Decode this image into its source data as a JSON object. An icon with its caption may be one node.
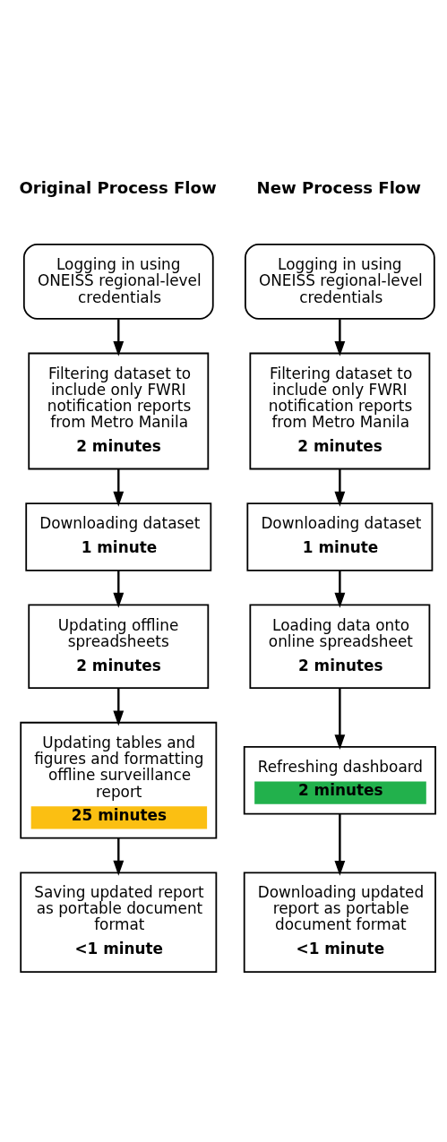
{
  "diagram": {
    "nodes": [
      {
        "text": [
          "Logging in using ONEISS regional-level credentials"
        ]
      },
      {
        "text": [
          "Filtering dataset to include only FWRI notification reports from Metro Manila",
          "2 minutes"
        ]
      },
      {
        "text": [
          "Downloading dataset",
          "1 minute"
        ]
      },
      {
        "text": [
          "Updating offline spreadsheets",
          "2 minutes"
        ]
      },
      {
        "text": [
          "Updating tables and figures and formatting offline surveillance report",
          "25 minutes"
        ]
      },
      {
        "text": [
          "Saving updated report as portable document format",
          "<1 minute"
        ]
      },
      {
        "text": [
          "Logging in using ONEISS regional-level credentials"
        ]
      },
      {
        "text": [
          "Filtering dataset to include only FWRI notification reports from Metro Manila",
          "2 minutes"
        ]
      },
      {
        "text": [
          "Downloading dataset",
          "1 minute"
        ]
      },
      {
        "text": [
          "Loading data onto online spreadsheet",
          "2 minutes"
        ]
      },
      {
        "text": [
          "Refreshing dashboard",
          "2 minutes"
        ]
      },
      {
        "text": [
          "Downloading updated report as portable document format",
          "<1 minute"
        ]
      }
    ],
    "edges": [
      {
        "from": 0,
        "to": 1,
        "arrow": "to"
      },
      {
        "from": 1,
        "to": 2,
        "arrow": "to"
      },
      {
        "from": 2,
        "to": 3,
        "arrow": "to"
      },
      {
        "from": 3,
        "to": 4,
        "arrow": "to"
      },
      {
        "from": 4,
        "to": 5,
        "arrow": "to"
      },
      {
        "from": 6,
        "to": 7,
        "arrow": "to"
      },
      {
        "from": 7,
        "to": 8,
        "arrow": "to"
      },
      {
        "from": 8,
        "to": 9,
        "arrow": "to"
      },
      {
        "from": 9,
        "to": 10,
        "arrow": "to"
      },
      {
        "from": 10,
        "to": 11,
        "arrow": "to"
      }
    ],
    "labels": [
      "Original Process Flow",
      "New Process Flow"
    ]
  }
}
